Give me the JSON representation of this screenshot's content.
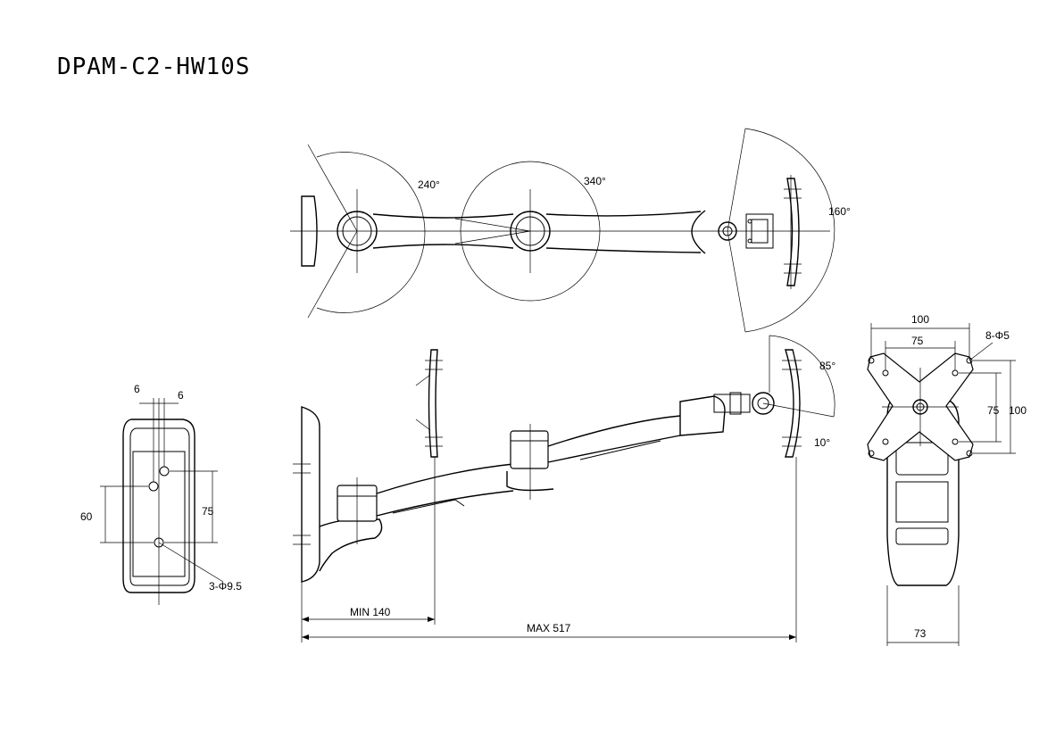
{
  "drawing": {
    "model": "DPAM-C2-HW10S"
  },
  "top_view": {
    "angle_left": "240°",
    "angle_middle": "340°",
    "angle_right": "160°"
  },
  "side_view": {
    "tilt_up": "85°",
    "tilt_down": "10°",
    "min_reach": "MIN 140",
    "max_reach": "MAX 517"
  },
  "base_plate": {
    "dim_6_left": "6",
    "dim_6_right": "6",
    "dim_60": "60",
    "dim_75": "75",
    "holes": "3-Φ9.5"
  },
  "vesa_plate": {
    "dim_100_top": "100",
    "dim_75_top": "75",
    "holes": "8-Φ5",
    "dim_75_side": "75",
    "dim_100_side": "100",
    "dim_73": "73"
  }
}
